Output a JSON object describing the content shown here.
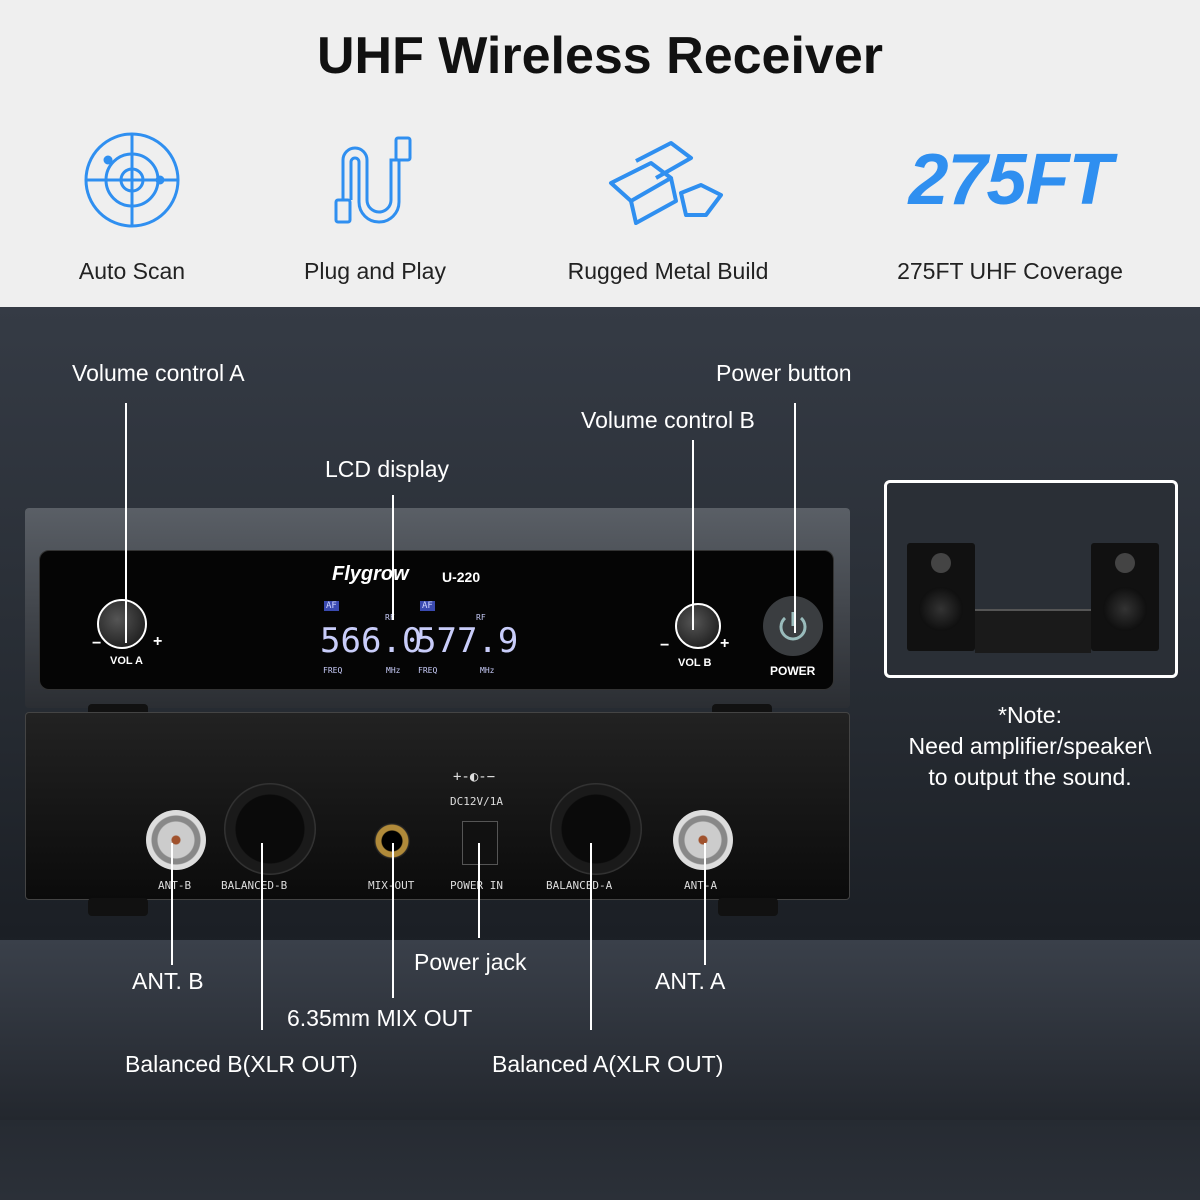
{
  "title": "UHF Wireless Receiver",
  "features": [
    {
      "label": "Auto Scan",
      "icon": "radar-icon"
    },
    {
      "label": "Plug and Play",
      "icon": "cable-icon"
    },
    {
      "label": "Rugged Metal Build",
      "icon": "metal-bars-icon"
    },
    {
      "label": "275FT UHF Coverage",
      "big": "275FT"
    }
  ],
  "annotations": {
    "vol_a": "Volume control A",
    "lcd": "LCD display",
    "vol_b": "Volume control B",
    "power": "Power button",
    "ant_b": "ANT. B",
    "balanced_b": "Balanced B(XLR OUT)",
    "mix_out": "6.35mm MIX OUT",
    "power_jack": "Power jack",
    "balanced_a": "Balanced A(XLR OUT)",
    "ant_a": "ANT. A"
  },
  "device": {
    "brand": "Flygrow",
    "model": "U-220",
    "vol_a": "VOL A",
    "vol_b": "VOL B",
    "power": "POWER",
    "af": "AF",
    "rf": "RF",
    "freq_label": "FREQ",
    "mhz": "MHz",
    "freq_a": "566.0",
    "freq_b": "577.9",
    "rear": {
      "ant_b": "ANT-B",
      "balanced_b": "BALANCED-B",
      "mix_out": "MIX-OUT",
      "dc": "DC12V/1A",
      "polarity": "+-◐-−",
      "power_in": "POWER IN",
      "balanced_a": "BALANCED-A",
      "ant_a": "ANT-A"
    }
  },
  "note": {
    "line1": "*Note:",
    "line2": "Need amplifier/speaker\\",
    "line3": "to output the sound."
  }
}
